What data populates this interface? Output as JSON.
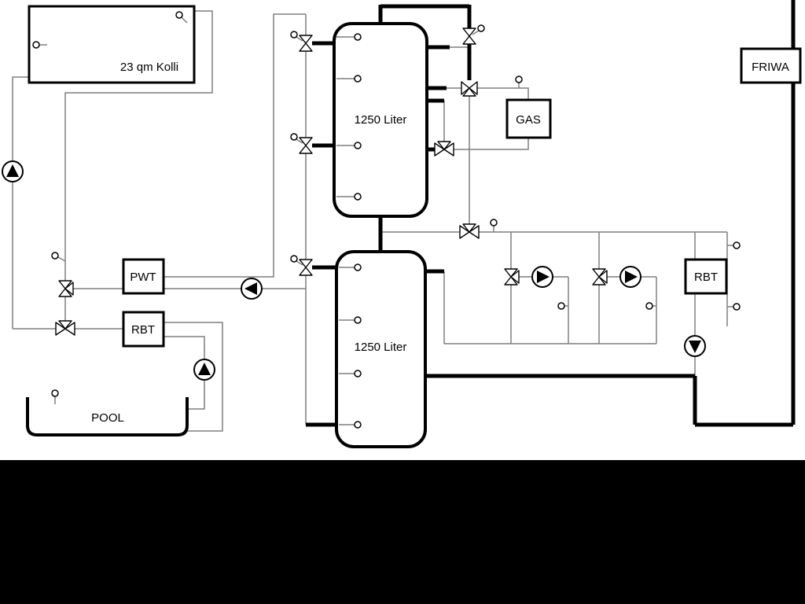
{
  "labels": {
    "collector": "23 qm Kolli",
    "tank_top": "1250 Liter",
    "tank_bottom": "1250 Liter",
    "gas": "GAS",
    "friwa": "FRIWA",
    "pwt": "PWT",
    "rbt_left": "RBT",
    "rbt_right": "RBT",
    "pool": "POOL"
  },
  "colors": {
    "pipe_thin": "#7f7f7f",
    "pipe_thick": "#000000",
    "component_stroke": "#000000",
    "component_fill": "#ffffff",
    "background": "#ffffff",
    "letterbox": "#000000"
  }
}
